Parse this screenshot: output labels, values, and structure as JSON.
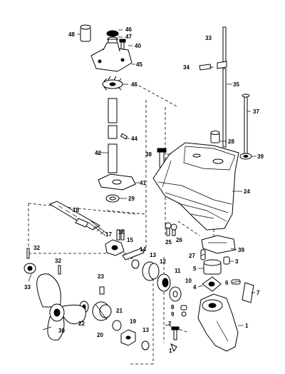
{
  "callouts": {
    "c1": "1",
    "c2": "2",
    "c3": "3",
    "c4": "4",
    "c5": "5",
    "c6": "6",
    "c7": "7",
    "c8": "8",
    "c9": "9",
    "c10": "10",
    "c11": "11",
    "c12": "12",
    "c13": "13",
    "c13b": "13",
    "c14": "14",
    "c15": "15",
    "c16": "16",
    "c17": "17",
    "c18": "18",
    "c19": "19",
    "c20": "20",
    "c21": "21",
    "c22": "22",
    "c23": "23",
    "c24": "24",
    "c25": "25",
    "c26": "26",
    "c27": "27",
    "c28": "28",
    "c29": "29",
    "c30": "30",
    "c32": "32",
    "c32b": "32",
    "c33": "33",
    "c33b": "33",
    "c34": "34",
    "c35": "35",
    "c37": "37",
    "c38": "38",
    "c39": "39",
    "c39b": "39",
    "c40": "40",
    "c41": "41",
    "c42": "42",
    "c44": "44",
    "c45": "45",
    "c46": "46",
    "c46b": "46",
    "c47": "47",
    "c48": "48"
  }
}
